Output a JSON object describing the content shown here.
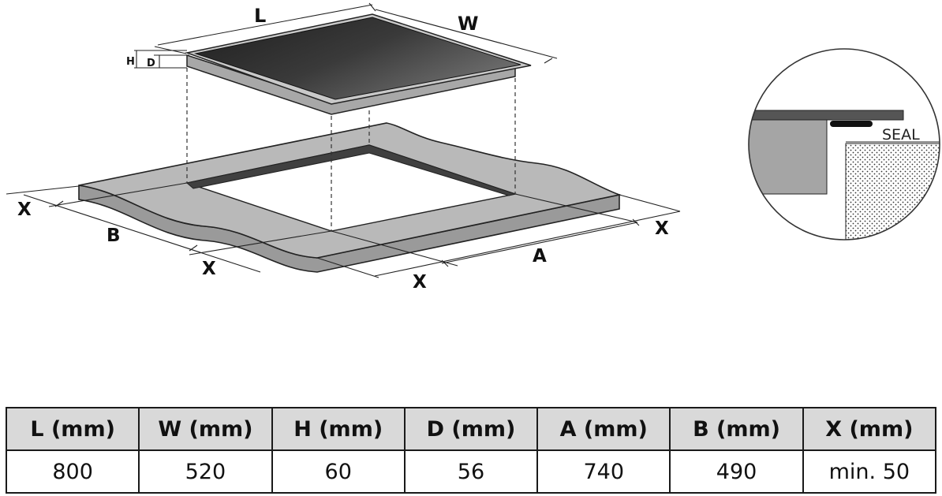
{
  "diagram": {
    "labels": {
      "L": "L",
      "W": "W",
      "H": "H",
      "D": "D",
      "A": "A",
      "B": "B",
      "X": "X",
      "seal": "SEAL"
    }
  },
  "table": {
    "headers": [
      "L (mm)",
      "W (mm)",
      "H (mm)",
      "D (mm)",
      "A (mm)",
      "B (mm)",
      "X (mm)"
    ],
    "values": [
      "800",
      "520",
      "60",
      "56",
      "740",
      "490",
      "min. 50"
    ]
  }
}
